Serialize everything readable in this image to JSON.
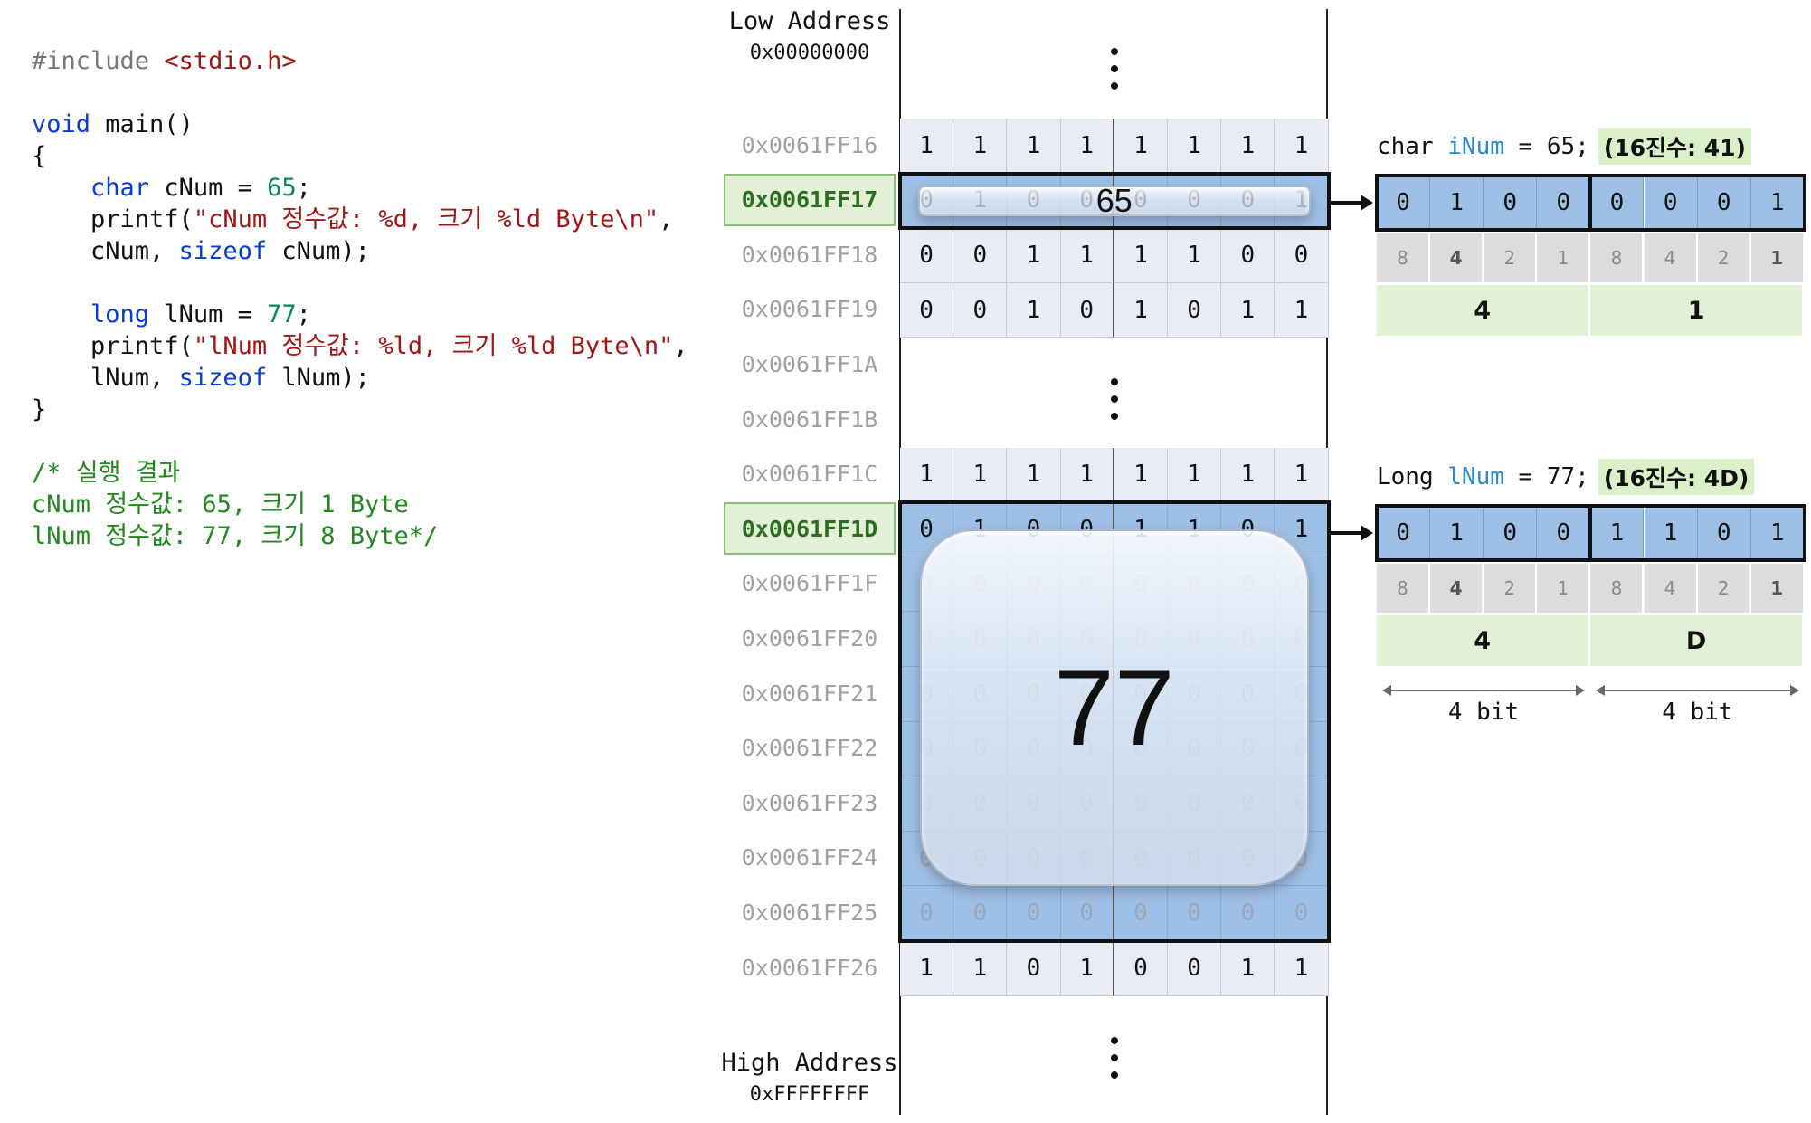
{
  "code": [
    [
      {
        "c": "pre",
        "t": "#include "
      },
      {
        "c": "inc",
        "t": "<stdio.h>"
      }
    ],
    [],
    [
      {
        "c": "kw",
        "t": "void"
      },
      {
        "c": "plain",
        "t": " main()"
      }
    ],
    [
      {
        "c": "plain",
        "t": "{"
      }
    ],
    [
      {
        "c": "plain",
        "t": "    "
      },
      {
        "c": "kw",
        "t": "char"
      },
      {
        "c": "plain",
        "t": " cNum = "
      },
      {
        "c": "num",
        "t": "65"
      },
      {
        "c": "plain",
        "t": ";"
      }
    ],
    [
      {
        "c": "plain",
        "t": "    printf("
      },
      {
        "c": "str",
        "t": "\"cNum 정수값: %d, 크기 %ld Byte\\n\""
      },
      {
        "c": "plain",
        "t": ","
      }
    ],
    [
      {
        "c": "plain",
        "t": "    cNum, "
      },
      {
        "c": "kw",
        "t": "sizeof"
      },
      {
        "c": "plain",
        "t": " cNum);"
      }
    ],
    [],
    [
      {
        "c": "plain",
        "t": "    "
      },
      {
        "c": "kw",
        "t": "long"
      },
      {
        "c": "plain",
        "t": " lNum = "
      },
      {
        "c": "num",
        "t": "77"
      },
      {
        "c": "plain",
        "t": ";"
      }
    ],
    [
      {
        "c": "plain",
        "t": "    printf("
      },
      {
        "c": "str",
        "t": "\"lNum 정수값: %ld, 크기 %ld Byte\\n\""
      },
      {
        "c": "plain",
        "t": ","
      }
    ],
    [
      {
        "c": "plain",
        "t": "    lNum, "
      },
      {
        "c": "kw",
        "t": "sizeof"
      },
      {
        "c": "plain",
        "t": " lNum);"
      }
    ],
    [
      {
        "c": "plain",
        "t": "}"
      }
    ],
    [],
    [
      {
        "c": "cm",
        "t": "/* 실행 결과"
      }
    ],
    [
      {
        "c": "cm",
        "t": "cNum 정수값: 65, 크기 1 Byte"
      }
    ],
    [
      {
        "c": "cm",
        "t": "lNum 정수값: 77, 크기 8 Byte*/"
      }
    ]
  ],
  "memory": {
    "low_label": "Low Address",
    "low_addr": "0x00000000",
    "high_label": "High Address",
    "high_addr": "0xFFFFFFFF",
    "rows": [
      {
        "addr": "0x0061FF16",
        "bits": "11111111",
        "kind": "plain"
      },
      {
        "addr": "0x0061FF17",
        "bits": "01000001",
        "kind": "var",
        "highlight": true
      },
      {
        "addr": "0x0061FF18",
        "bits": "00111100",
        "kind": "plain"
      },
      {
        "addr": "0x0061FF19",
        "bits": "00101011",
        "kind": "plain"
      },
      {
        "addr": "0x0061FF1A",
        "bits": "",
        "kind": "gap"
      },
      {
        "addr": "0x0061FF1B",
        "bits": "",
        "kind": "gap"
      },
      {
        "addr": "0x0061FF1C",
        "bits": "11111111",
        "kind": "plain"
      },
      {
        "addr": "0x0061FF1D",
        "bits": "01001101",
        "kind": "var",
        "highlight": true
      },
      {
        "addr": "0x0061FF1F",
        "bits": "00000000",
        "kind": "var"
      },
      {
        "addr": "0x0061FF20",
        "bits": "00000000",
        "kind": "var"
      },
      {
        "addr": "0x0061FF21",
        "bits": "00000000",
        "kind": "var"
      },
      {
        "addr": "0x0061FF22",
        "bits": "00000000",
        "kind": "var"
      },
      {
        "addr": "0x0061FF23",
        "bits": "00000000",
        "kind": "var"
      },
      {
        "addr": "0x0061FF24",
        "bits": "00000000",
        "kind": "var"
      },
      {
        "addr": "0x0061FF25",
        "bits": "00000000",
        "kind": "var"
      },
      {
        "addr": "0x0061FF26",
        "bits": "11010011",
        "kind": "plain"
      }
    ],
    "char_value": "65",
    "long_value": "77"
  },
  "panels": [
    {
      "type": "char",
      "name": "iNum",
      "rest": " = 65;",
      "hex_badge": "(16진수: 41)",
      "bits": "01000001",
      "weights": [
        "8",
        "4",
        "2",
        "1",
        "8",
        "4",
        "2",
        "1"
      ],
      "hex_digits": [
        "4",
        "1"
      ]
    },
    {
      "type": "Long",
      "name": "lNum",
      "rest": " = 77;",
      "hex_badge": "(16진수: 4D)",
      "bits": "01001101",
      "weights": [
        "8",
        "4",
        "2",
        "1",
        "8",
        "4",
        "2",
        "1"
      ],
      "hex_digits": [
        "4",
        "D"
      ]
    }
  ],
  "bit_labels": [
    "4 bit",
    "4 bit"
  ]
}
